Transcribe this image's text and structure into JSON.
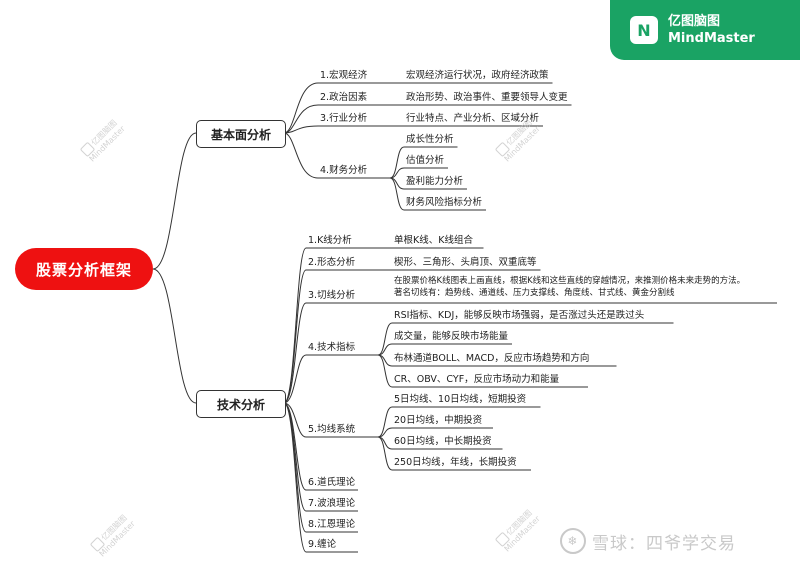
{
  "root": {
    "title": "股票分析框架"
  },
  "branches": [
    {
      "label": "基本面分析",
      "children": [
        {
          "label": "1.宏观经济",
          "details": [
            "宏观经济运行状况，政府经济政策"
          ]
        },
        {
          "label": "2.政治因素",
          "details": [
            "政治形势、政治事件、重要领导人变更"
          ]
        },
        {
          "label": "3.行业分析",
          "details": [
            "行业特点、产业分析、区域分析"
          ]
        },
        {
          "label": "4.财务分析",
          "details": [
            "成长性分析",
            "估值分析",
            "盈利能力分析",
            "财务风险指标分析"
          ]
        }
      ]
    },
    {
      "label": "技术分析",
      "children": [
        {
          "label": "1.K线分析",
          "details": [
            "单根K线、K线组合"
          ]
        },
        {
          "label": "2.形态分析",
          "details": [
            "楔形、三角形、头肩顶、双重底等"
          ]
        },
        {
          "label": "3.切线分析",
          "details": [
            "在股票价格K线图表上画直线，根据K线和这些直线的穿越情况，来推测价格未来走势的方法。\n著名切线有：趋势线、通道线、压力支撑线、角度线、甘式线、黄金分割线"
          ]
        },
        {
          "label": "4.技术指标",
          "details": [
            "RSI指标、KDJ，能够反映市场强弱，是否涨过头还是跌过头",
            "成交量，能够反映市场能量",
            "布林通道BOLL、MACD，反应市场趋势和方向",
            "CR、OBV、CYF，反应市场动力和能量"
          ]
        },
        {
          "label": "5.均线系统",
          "details": [
            "5日均线、10日均线，短期投资",
            "20日均线，中期投资",
            "60日均线，中长期投资",
            "250日均线，年线，长期投资"
          ]
        },
        {
          "label": "6.道氏理论",
          "details": []
        },
        {
          "label": "7.波浪理论",
          "details": []
        },
        {
          "label": "8.江恩理论",
          "details": []
        },
        {
          "label": "9.缠论",
          "details": []
        }
      ]
    }
  ],
  "brand": {
    "name_cn": "亿图脑图",
    "name_en": "MindMaster"
  },
  "watermarks": {
    "name_cn": "亿图脑图",
    "name_en": "MindMaster"
  },
  "footer_watermark": "雪球：四爷学交易"
}
